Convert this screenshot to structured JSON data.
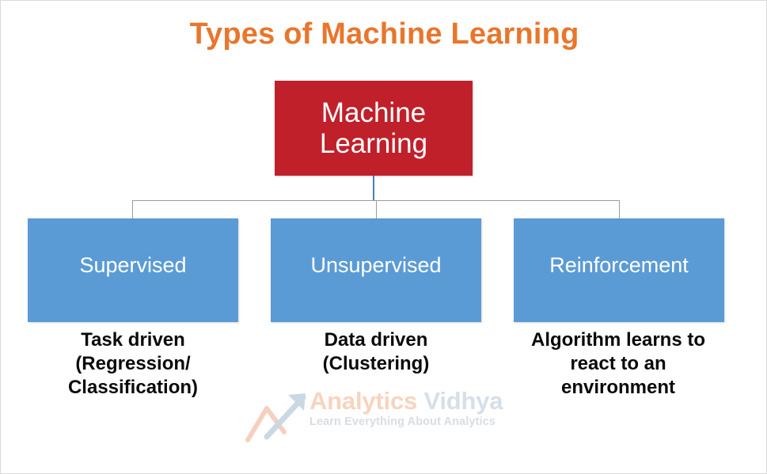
{
  "page": {
    "title": "Types of Machine Learning",
    "background": "#ffffff",
    "border_color": "#d9d9d9"
  },
  "colors": {
    "title_orange": "#e8762c",
    "root_red": "#c0202a",
    "branch_blue": "#5b9bd5",
    "connector_blue": "#4a7ebb",
    "connector_gray": "#9b9b9b",
    "caption_black": "#0a0a0a",
    "watermark_orange": "#f3b08a",
    "watermark_blue": "#b6c6d6"
  },
  "diagram": {
    "root": {
      "label": "Machine\nLearning",
      "text_color": "#ffffff",
      "fill": "#c0202a"
    },
    "branches": [
      {
        "label": "Supervised",
        "caption": "Task driven\n(Regression/\nClassification)",
        "fill": "#5b9bd5"
      },
      {
        "label": "Unsupervised",
        "caption": "Data driven\n(Clustering)",
        "fill": "#5b9bd5"
      },
      {
        "label": "Reinforcement",
        "caption": "Algorithm learns to\nreact to an\nenvironment",
        "fill": "#5b9bd5"
      }
    ]
  },
  "watermark": {
    "brand_first": "Analytics",
    "brand_second": " Vidhya",
    "tagline": "Learn Everything About Analytics",
    "mark_icon": "upward-trend-arrow-icon"
  }
}
